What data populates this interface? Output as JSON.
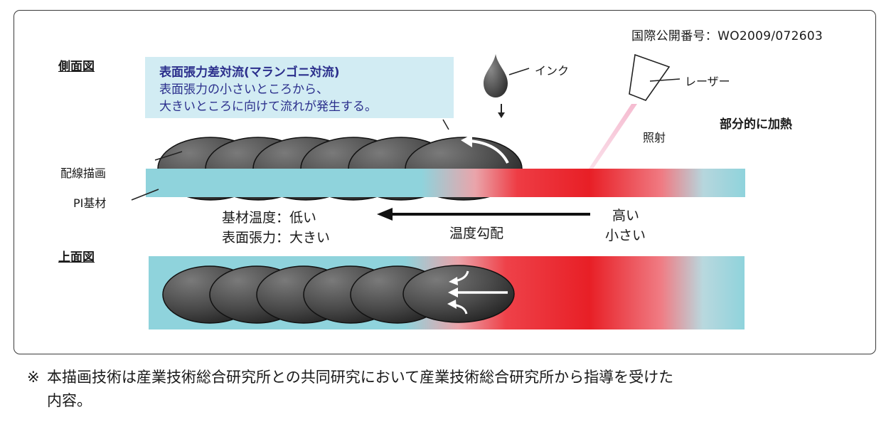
{
  "patent_number": "国際公開番号：WO2009/072603",
  "side_view": {
    "title": "側面図",
    "marangoni_title": "表面張力差対流(マランゴニ対流)",
    "marangoni_line2": "表面張力の小さいところから、",
    "marangoni_line3": "大きいところに向けて流れが発生する。",
    "ink_label": "インク",
    "laser_label": "レーザー",
    "irradiation_label": "照射",
    "partial_heating": "部分的に加熱",
    "wiring_label": "配線描画",
    "substrate_label": "PI基材"
  },
  "gradient": {
    "left_line1": "基材温度：低い",
    "left_line2": "表面張力：大きい",
    "arrow_label": "温度勾配",
    "right_line1": "高い",
    "right_line2": "小さい"
  },
  "top_view": {
    "title": "上面図"
  },
  "footnote": {
    "mark": "※",
    "line1": "本描画技術は産業技術総合研究所との共同研究において産業技術総合研究所から指導を受けた",
    "line2": "内容。"
  },
  "colors": {
    "substrate": "#8fd3dc",
    "hot": "#e81f26",
    "ink": "#4a4a4a",
    "marangoni_box": "#d2ecf3",
    "marangoni_text": "#2b2f8c",
    "laser_beam": "#f7c3d6"
  },
  "icons": [
    "ink-drop-icon",
    "laser-head-icon",
    "flow-arrow-icon"
  ]
}
